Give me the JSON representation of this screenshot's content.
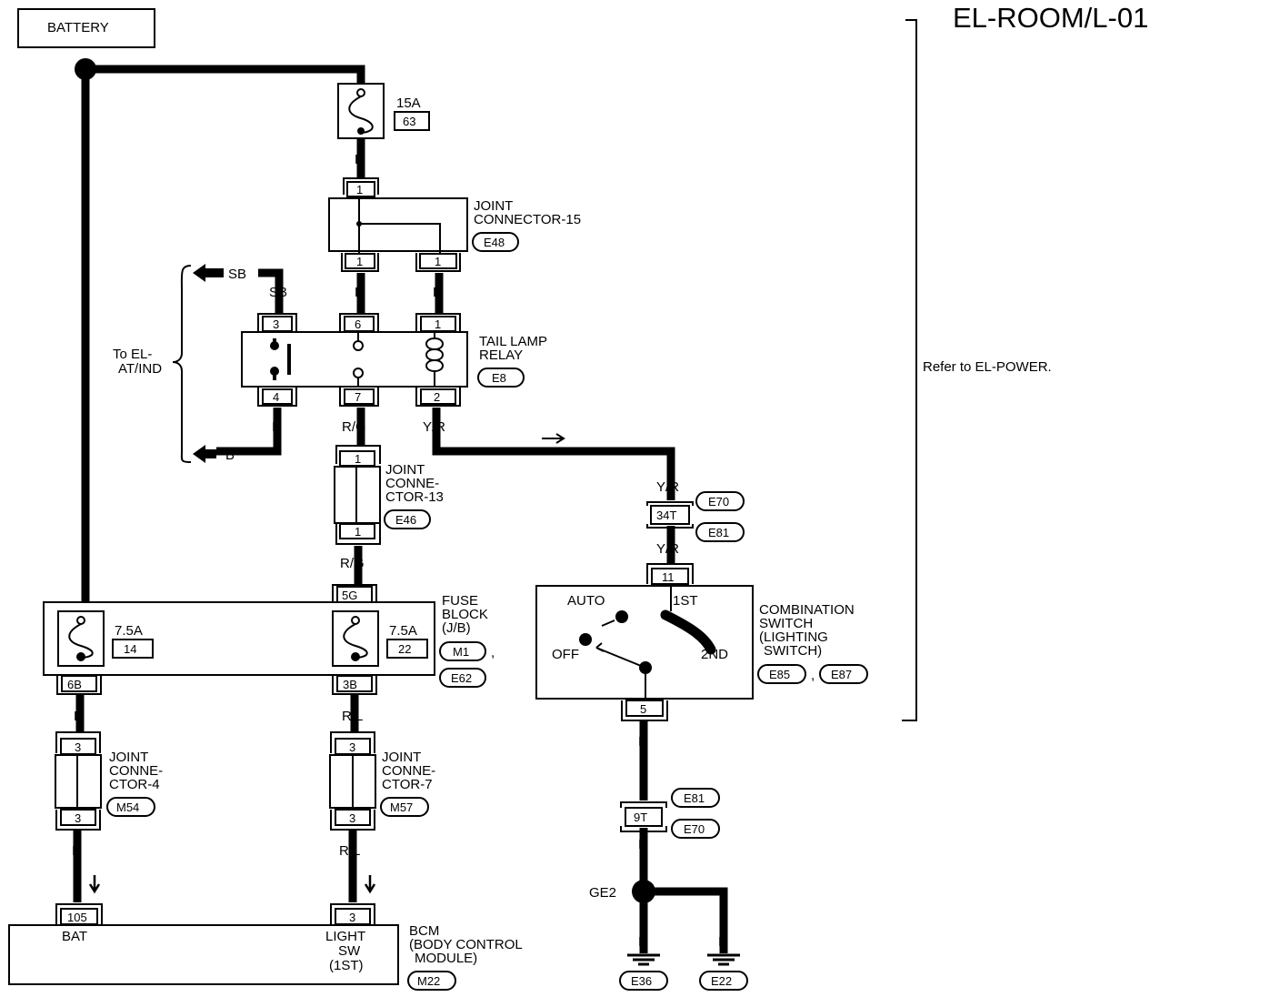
{
  "title": "EL-ROOM/L-01",
  "refer_note": "Refer to EL-POWER.",
  "battery": "BATTERY",
  "fuse_15a": {
    "rating": "15A",
    "number": "63"
  },
  "joint_connector_15": {
    "label_1": "JOINT",
    "label_2": "CONNECTOR-15",
    "code": "E48",
    "pins": [
      "1",
      "1",
      "1"
    ]
  },
  "tail_lamp_relay": {
    "label_1": "TAIL LAMP",
    "label_2": "RELAY",
    "code": "E8",
    "pins_top": [
      "3",
      "6",
      "1"
    ],
    "pins_bottom": [
      "4",
      "7",
      "2"
    ]
  },
  "to_el": {
    "label_1": "To EL-",
    "label_2": "AT/IND",
    "sb": "SB",
    "b": "B"
  },
  "joint_connector_13": {
    "l1": "JOINT",
    "l2": "CONNE-",
    "l3": "CTOR-13",
    "code": "E46",
    "pin_top": "1",
    "pin_bottom": "1"
  },
  "fuse_block": {
    "l1": "FUSE",
    "l2": "BLOCK",
    "l3": "(J/B)",
    "code_1": "M1",
    "code_2": "E62",
    "fuse_left_rating": "7.5A",
    "fuse_left_number": "14",
    "fuse_right_rating": "7.5A",
    "fuse_right_number": "22",
    "pin_in": "5G",
    "pin_left_out": "6B",
    "pin_right_out": "3B"
  },
  "joint_connector_4": {
    "l1": "JOINT",
    "l2": "CONNE-",
    "l3": "CTOR-4",
    "code": "M54",
    "pin_top": "3",
    "pin_bottom": "3"
  },
  "joint_connector_7": {
    "l1": "JOINT",
    "l2": "CONNE-",
    "l3": "CTOR-7",
    "code": "M57",
    "pin_top": "3",
    "pin_bottom": "3"
  },
  "bcm": {
    "l1": "BCM",
    "l2": "(BODY CONTROL",
    "l3": "MODULE)",
    "code": "M22",
    "pin_bat": "105",
    "pin_light": "3",
    "bat_label": "BAT",
    "light_1": "LIGHT",
    "light_2": "SW",
    "light_3": "(1ST)"
  },
  "combination_switch": {
    "l1": "COMBINATION",
    "l2": "SWITCH",
    "l3": "(LIGHTING",
    "l4": "SWITCH)",
    "code_1": "E85",
    "code_2": "E87",
    "auto": "AUTO",
    "first": "1ST",
    "off": "OFF",
    "second": "2ND",
    "pin_top": "11",
    "pin_bottom": "5"
  },
  "connector_upper": {
    "pin": "34T",
    "code_top": "E70",
    "code_bottom": "E81"
  },
  "connector_lower": {
    "pin": "9T",
    "code_top": "E81",
    "code_bottom": "E70"
  },
  "ground": {
    "splice": "GE2",
    "code_left": "E36",
    "code_right": "E22"
  },
  "wire_colors": {
    "r": "R",
    "sb": "SB",
    "b": "B",
    "rg": "R/G",
    "yr": "Y/R",
    "p": "P",
    "rl": "R/L"
  },
  "connector_sep": ","
}
